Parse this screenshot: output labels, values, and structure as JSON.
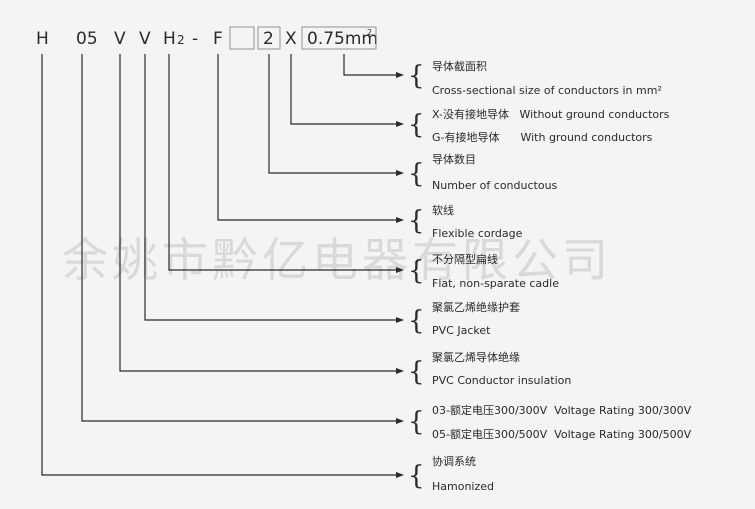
{
  "code_parts": [
    "H",
    "05",
    "V",
    "V",
    "H",
    "2",
    "-",
    "F",
    "2",
    "X",
    "0.75mm",
    "2"
  ],
  "watermark": "余姚市黔亿电器有限公司",
  "legend": [
    {
      "cn": "导体截面积",
      "en": "Cross-sectional size of conductors in mm²"
    },
    {
      "line1": "X-没有接地导体   Without ground conductors",
      "line2": "G-有接地导体      With ground conductors"
    },
    {
      "cn": "导体数目",
      "en": "Number of conductous"
    },
    {
      "cn": "软线",
      "en": "Flexible cordage"
    },
    {
      "cn": "不分隔型扁线",
      "en": "Flat, non-sparate cadle"
    },
    {
      "cn": "聚氯乙烯绝缘护套",
      "en": "PVC Jacket"
    },
    {
      "cn": "聚氯乙烯导体绝缘",
      "en": "PVC Conductor insulation"
    },
    {
      "line1": "03-额定电压300/300V  Voltage Rating 300/300V",
      "line2": "05-额定电压300/500V  Voltage Rating 300/500V"
    },
    {
      "cn": "协调系统",
      "en": "Hamonized"
    }
  ]
}
